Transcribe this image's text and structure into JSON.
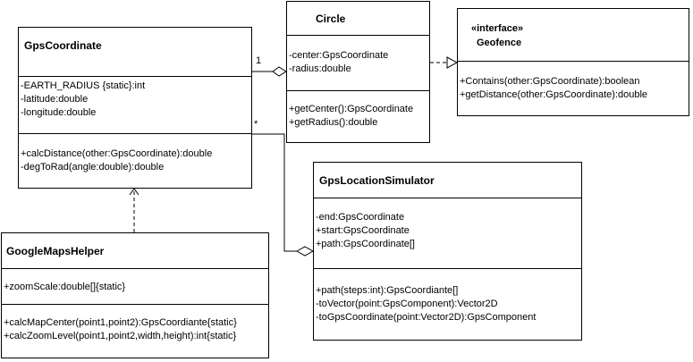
{
  "classes": {
    "gps": {
      "name": "GpsCoordinate",
      "attributes": [
        "-EARTH_RADIUS {static}:int",
        "-latitude:double",
        "-longitude:double"
      ],
      "operations": [
        "+calcDistance(other:GpsCoordinate):double",
        "-degToRad(angle:double):double"
      ]
    },
    "circle": {
      "name": "Circle",
      "attributes": [
        "-center:GpsCoordinate",
        "-radius:double"
      ],
      "operations": [
        "+getCenter():GpsCoordinate",
        "+getRadius():double"
      ]
    },
    "geofence": {
      "stereotype": "«interface»",
      "name": "Geofence",
      "operations": [
        "+Contains(other:GpsCoordinate):boolean",
        "+getDistance(other:GpsCoordinate):double"
      ]
    },
    "simulator": {
      "name": "GpsLocationSimulator",
      "attributes": [
        "-end:GpsCoordinate",
        "+start:GpsCoordinate",
        "+path:GpsCoordinate[]"
      ],
      "operations": [
        "+path(steps:int):GpsCoordiante[]",
        "-toVector(point:GpsComponent):Vector2D",
        "-toGpsCoordinate(point:Vector2D):GpsComponent"
      ]
    },
    "helper": {
      "name": "GoogleMapsHelper",
      "attributes": [
        "+zoomScale:double[]{static}"
      ],
      "operations": [
        "+calcMapCenter(point1,point2):GpsCoordiante{static}",
        "+calcZoomLevel(point1,point2,width,height):int{static}"
      ]
    }
  },
  "relations": {
    "circle_gps_multiplicity": "1",
    "simulator_gps_multiplicity": "*"
  }
}
